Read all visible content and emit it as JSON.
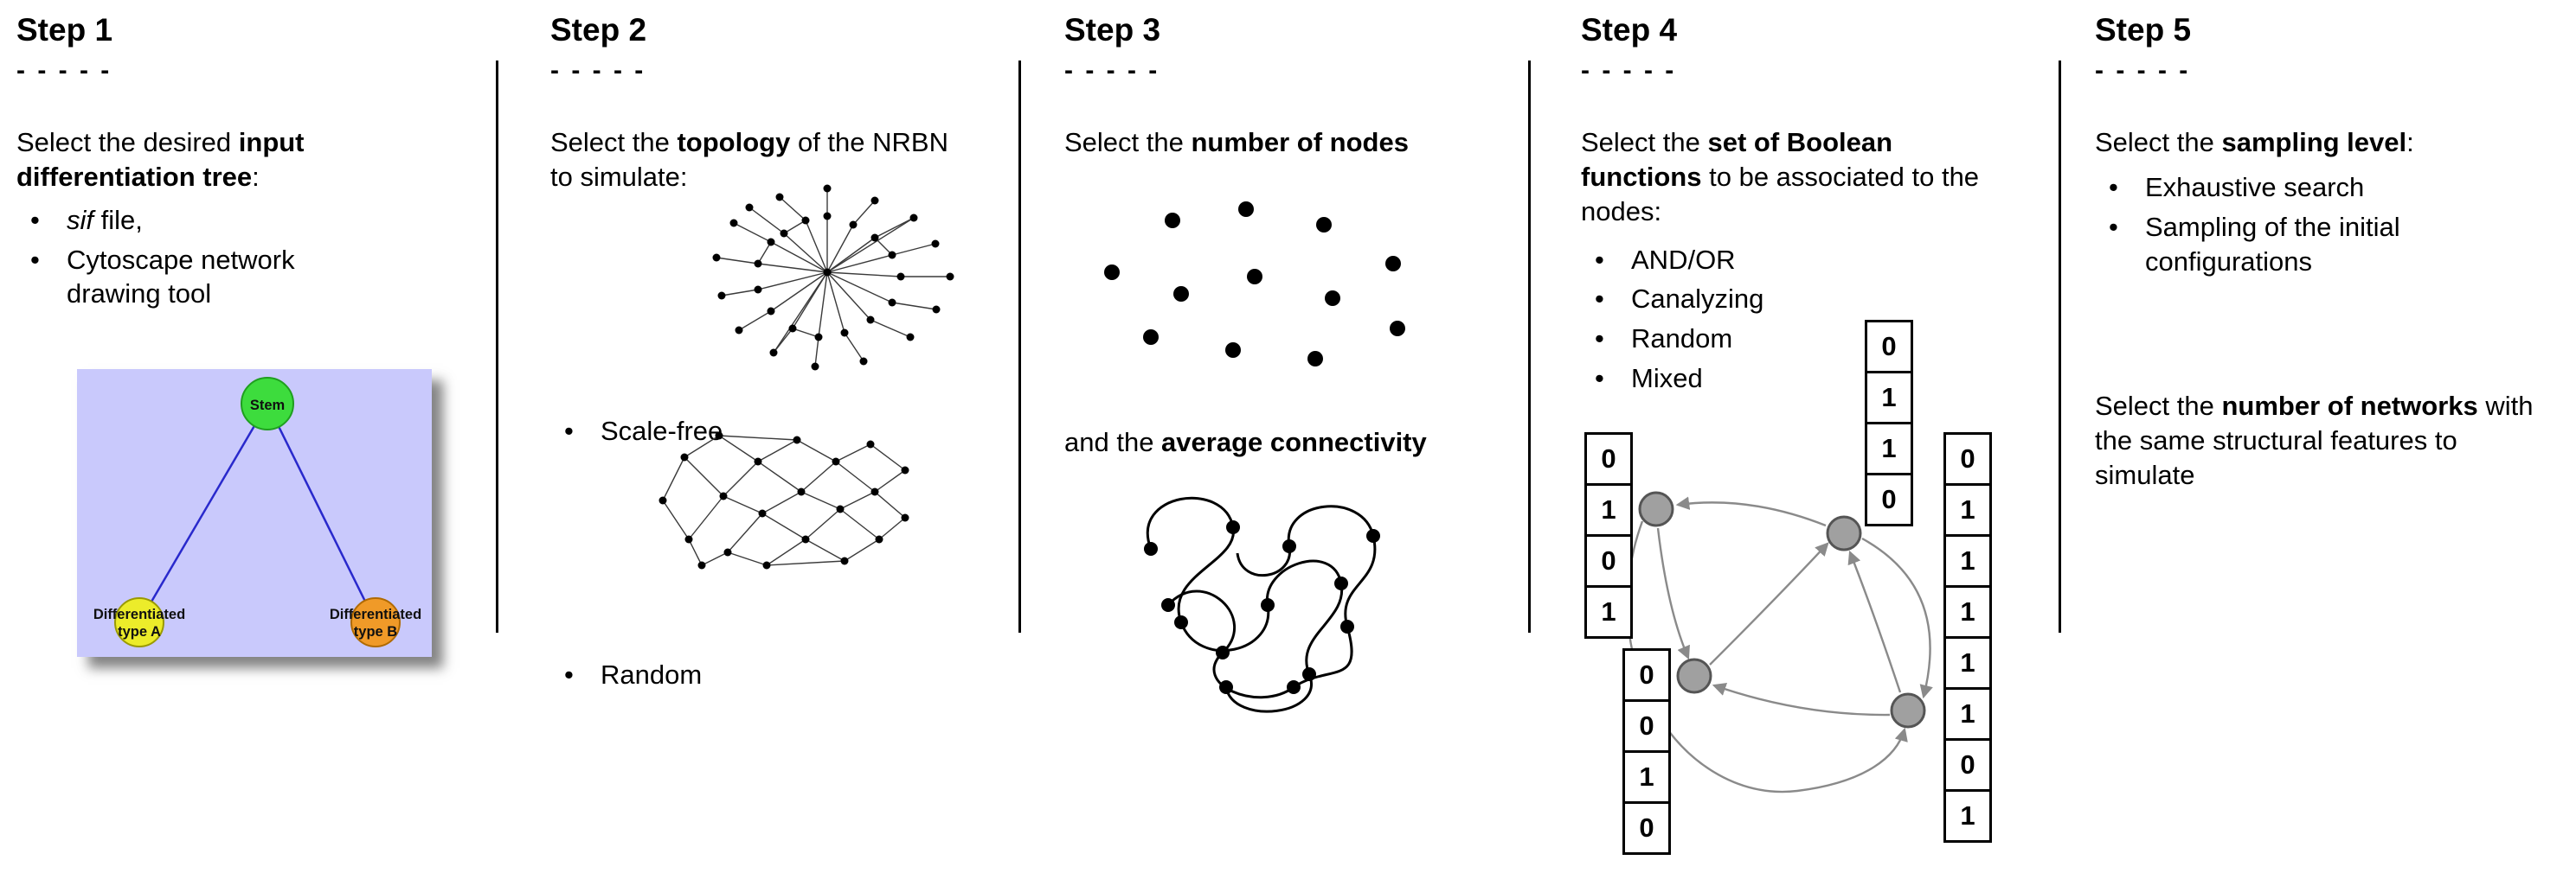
{
  "steps": [
    {
      "title": "Step 1",
      "dashes": "- - - - -",
      "intro": {
        "pre": "Select the desired ",
        "bold": "input differentiation tree",
        "post": ":"
      },
      "bullets": [
        {
          "italic": "sif",
          "text": " file,"
        },
        {
          "italic": "",
          "text": "Cytoscape network drawing tool"
        }
      ],
      "tree": {
        "root_label": "Stem",
        "leaf_a_label_line1": "Differentiated",
        "leaf_a_label_line2": "type A",
        "leaf_b_label_line1": "Differentiated",
        "leaf_b_label_line2": "type B",
        "colors": {
          "background": "#c9c9fc",
          "root": "#3ddc3d",
          "leaf_a": "#ecec2a",
          "leaf_b": "#f09a28",
          "edge": "#2929cc"
        }
      }
    },
    {
      "title": "Step 2",
      "dashes": "- - - - -",
      "intro": {
        "pre": "Select the ",
        "bold": "topology",
        "post": " of the NRBN to simulate:"
      },
      "bullets": [
        {
          "text": "Scale-free"
        },
        {
          "text": "Random"
        }
      ]
    },
    {
      "title": "Step 3",
      "dashes": "- - - - -",
      "intro": {
        "pre": "Select the ",
        "bold": "number of nodes",
        "post": ""
      },
      "second": {
        "pre": "and the ",
        "bold": "average connectivity",
        "post": ""
      }
    },
    {
      "title": "Step 4",
      "dashes": "- - - - -",
      "intro": {
        "pre": "Select the ",
        "bold": "set of Boolean functions",
        "post": " to be associated to the nodes:"
      },
      "bullets": [
        {
          "text": "AND/OR"
        },
        {
          "text": "Canalyzing"
        },
        {
          "text": "Random"
        },
        {
          "text": "Mixed"
        }
      ],
      "node_color": "#a0a0a0",
      "tables": {
        "left": [
          "0",
          "1",
          "0",
          "1"
        ],
        "top": [
          "0",
          "1",
          "1",
          "0"
        ],
        "right": [
          "0",
          "1",
          "1",
          "1",
          "1",
          "1",
          "0",
          "1"
        ],
        "bottom": [
          "0",
          "0",
          "1",
          "0"
        ]
      }
    },
    {
      "title": "Step 5",
      "dashes": "- - - - -",
      "intro": {
        "pre": "Select the ",
        "bold": "sampling level",
        "post": ":"
      },
      "bullets": [
        {
          "text": "Exhaustive search"
        },
        {
          "text": "Sampling of the initial configurations"
        }
      ],
      "second": {
        "pre": "Select the ",
        "bold": "number of networks",
        "post": " with the same structural features to simulate"
      }
    }
  ]
}
